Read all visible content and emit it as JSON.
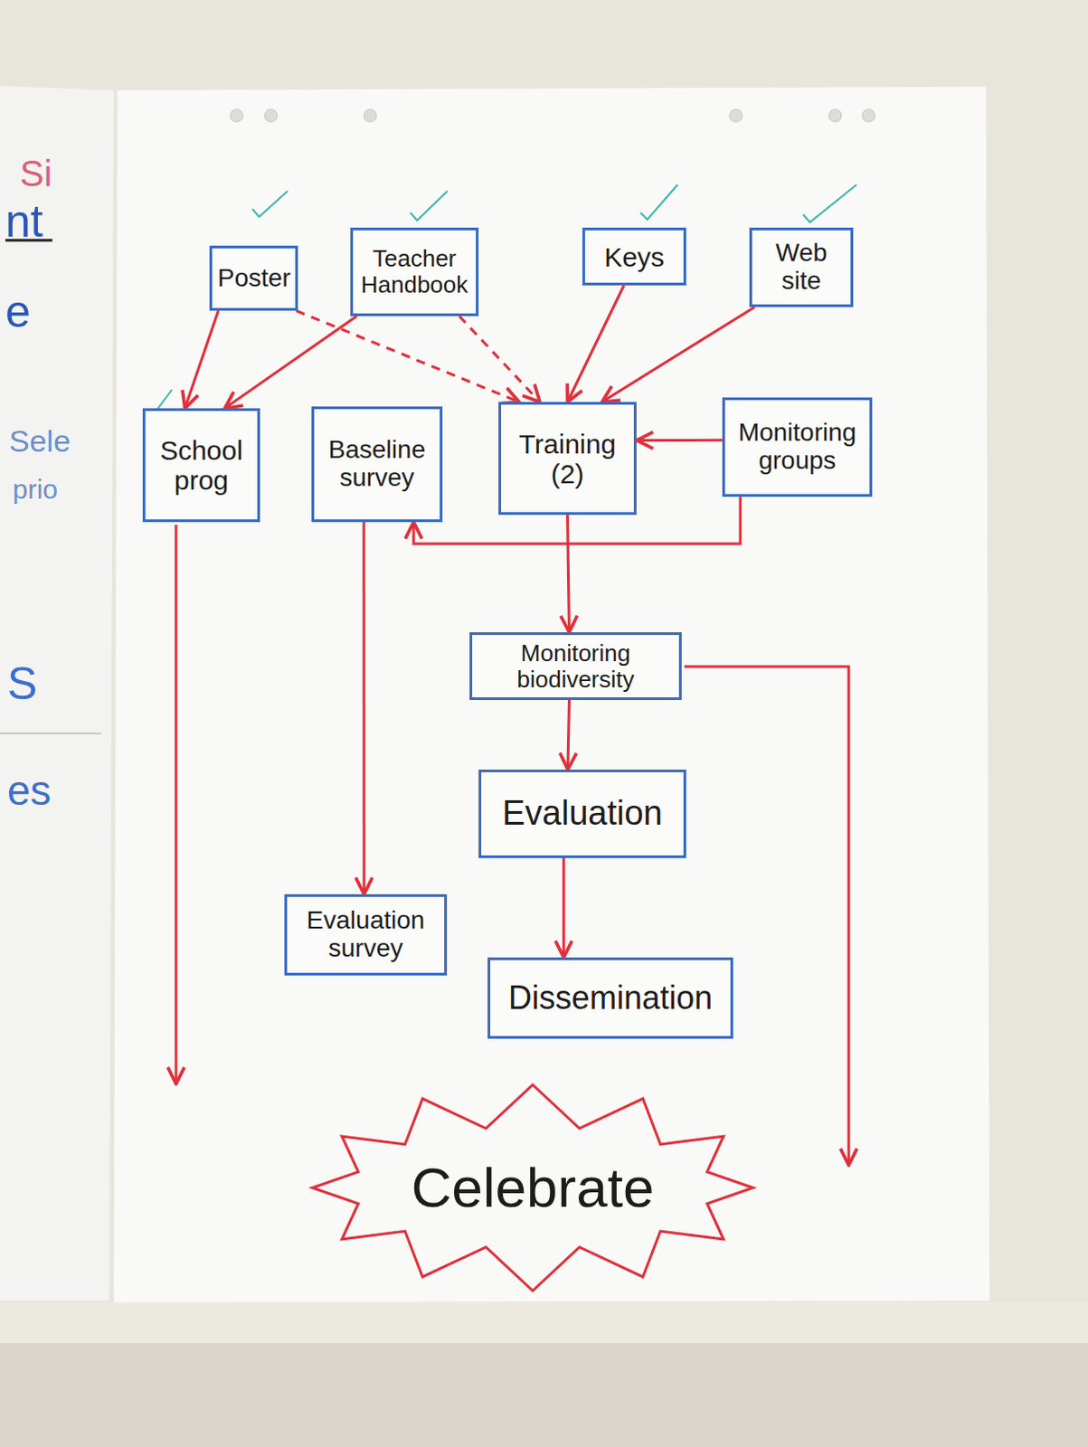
{
  "diagram": {
    "nodes": [
      {
        "text": [
          "Poster"
        ]
      },
      {
        "text": [
          "Teacher Handbook"
        ]
      },
      {
        "text": [
          "Keys"
        ]
      },
      {
        "text": [
          "Web site"
        ]
      },
      {
        "text": [
          "School prog"
        ]
      },
      {
        "text": [
          "Baseline survey"
        ]
      },
      {
        "text": [
          "Training (2)"
        ]
      },
      {
        "text": [
          "Monitoring groups"
        ]
      },
      {
        "text": [
          "Monitoring biodiversity"
        ]
      },
      {
        "text": [
          "Evaluation"
        ]
      },
      {
        "text": [
          "Evaluation survey"
        ]
      },
      {
        "text": [
          "Dissemination"
        ]
      },
      {
        "text": [
          "Celebrate"
        ]
      }
    ],
    "edges": [
      {
        "from": 0,
        "to": 4,
        "arrow": "to"
      },
      {
        "from": 1,
        "to": 4,
        "arrow": "to"
      },
      {
        "from": 0,
        "to": 6,
        "arrow": "to"
      },
      {
        "from": 1,
        "to": 6,
        "arrow": "to"
      },
      {
        "from": 2,
        "to": 6,
        "arrow": "to"
      },
      {
        "from": 3,
        "to": 6,
        "arrow": "to"
      },
      {
        "from": 7,
        "to": 6,
        "arrow": "to"
      },
      {
        "from": 7,
        "to": 5,
        "arrow": "to"
      },
      {
        "from": 6,
        "to": 8,
        "arrow": "to"
      },
      {
        "from": 8,
        "to": 9,
        "arrow": "to"
      },
      {
        "from": 9,
        "to": 11,
        "arrow": "to"
      },
      {
        "from": 5,
        "to": 10,
        "arrow": "to"
      }
    ],
    "labels": [
      "Si",
      "nt",
      "e",
      "Sele",
      "prio",
      "S",
      "es"
    ]
  }
}
